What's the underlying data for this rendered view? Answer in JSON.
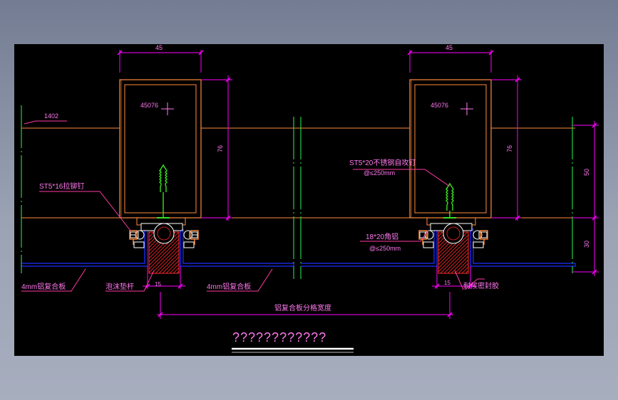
{
  "drawing": {
    "colors": {
      "background": "#000000",
      "dim": "#ff00ff",
      "outline": "#ff8a3c",
      "panel": "#1c2cff",
      "leader": "#ff3aa5",
      "text": "#ff77ee",
      "screw": "#39e11e",
      "foam": "#ff2a2a",
      "gasket": "#ffffff",
      "axis": "#20d040"
    },
    "dims": {
      "top_width_left": "45",
      "top_width_right": "45",
      "height_left": "76",
      "height_right": "76",
      "right_upper": "50",
      "right_lower": "30",
      "gap_left": "15",
      "gap_right": "15",
      "panel_span": "铝复合板分格宽度"
    },
    "labels": {
      "tube_left": "45076",
      "tube_right": "45076",
      "profile": "1402",
      "rivet": "ST5*16拉铆钉",
      "screw": "ST5*20不锈钢自攻钉",
      "screw_spacing": "@≤250mm",
      "angle": "18*20角铝",
      "angle_spacing": "@≤250mm",
      "panel_left": "4mm铝复合板",
      "panel_mid": "4mm铝复合板",
      "foam_rod": "泡沫垫杆",
      "sealant": "耐候密封胶"
    },
    "title": "????????????"
  }
}
